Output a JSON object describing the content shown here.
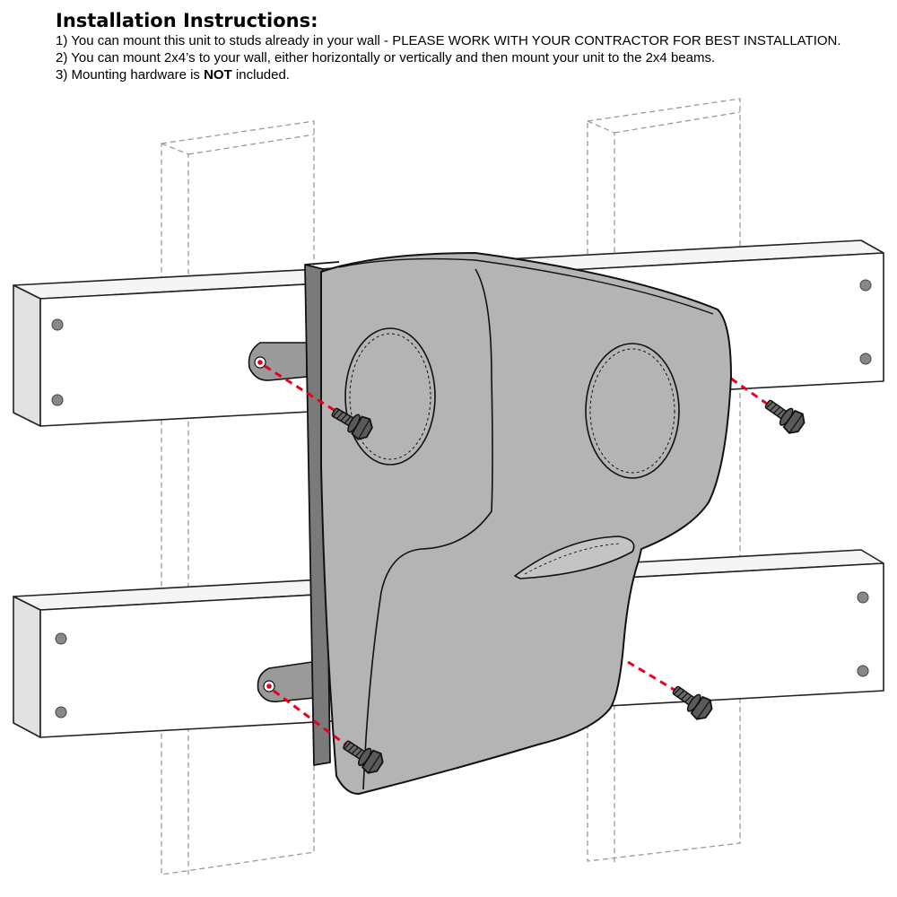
{
  "header": {
    "title": "Installation Instructions:",
    "line1": "1) You can mount this unit to studs already in your wall - PLEASE WORK WITH YOUR CONTRACTOR FOR BEST INSTALLATION.",
    "line2": "2) You can mount 2x4’s to your wall, either horizontally or vertically and then mount your unit to the 2x4 beams.",
    "line3_prefix": "3) Mounting hardware is ",
    "line3_bold": "NOT",
    "line3_suffix": " included."
  },
  "colors": {
    "beam_face": "#f5f5f5",
    "beam_front": "#ffffff",
    "beam_stroke": "#222222",
    "stud_dashed": "#9a9a9a",
    "unit_fill": "#b4b4b4",
    "unit_dark": "#7a7a7a",
    "bolt_fill": "#5a5a5a",
    "guide_line": "#e8001c"
  },
  "icons": [
    "bolt-icon",
    "mounting-tab-icon",
    "pilot-hole-icon"
  ]
}
